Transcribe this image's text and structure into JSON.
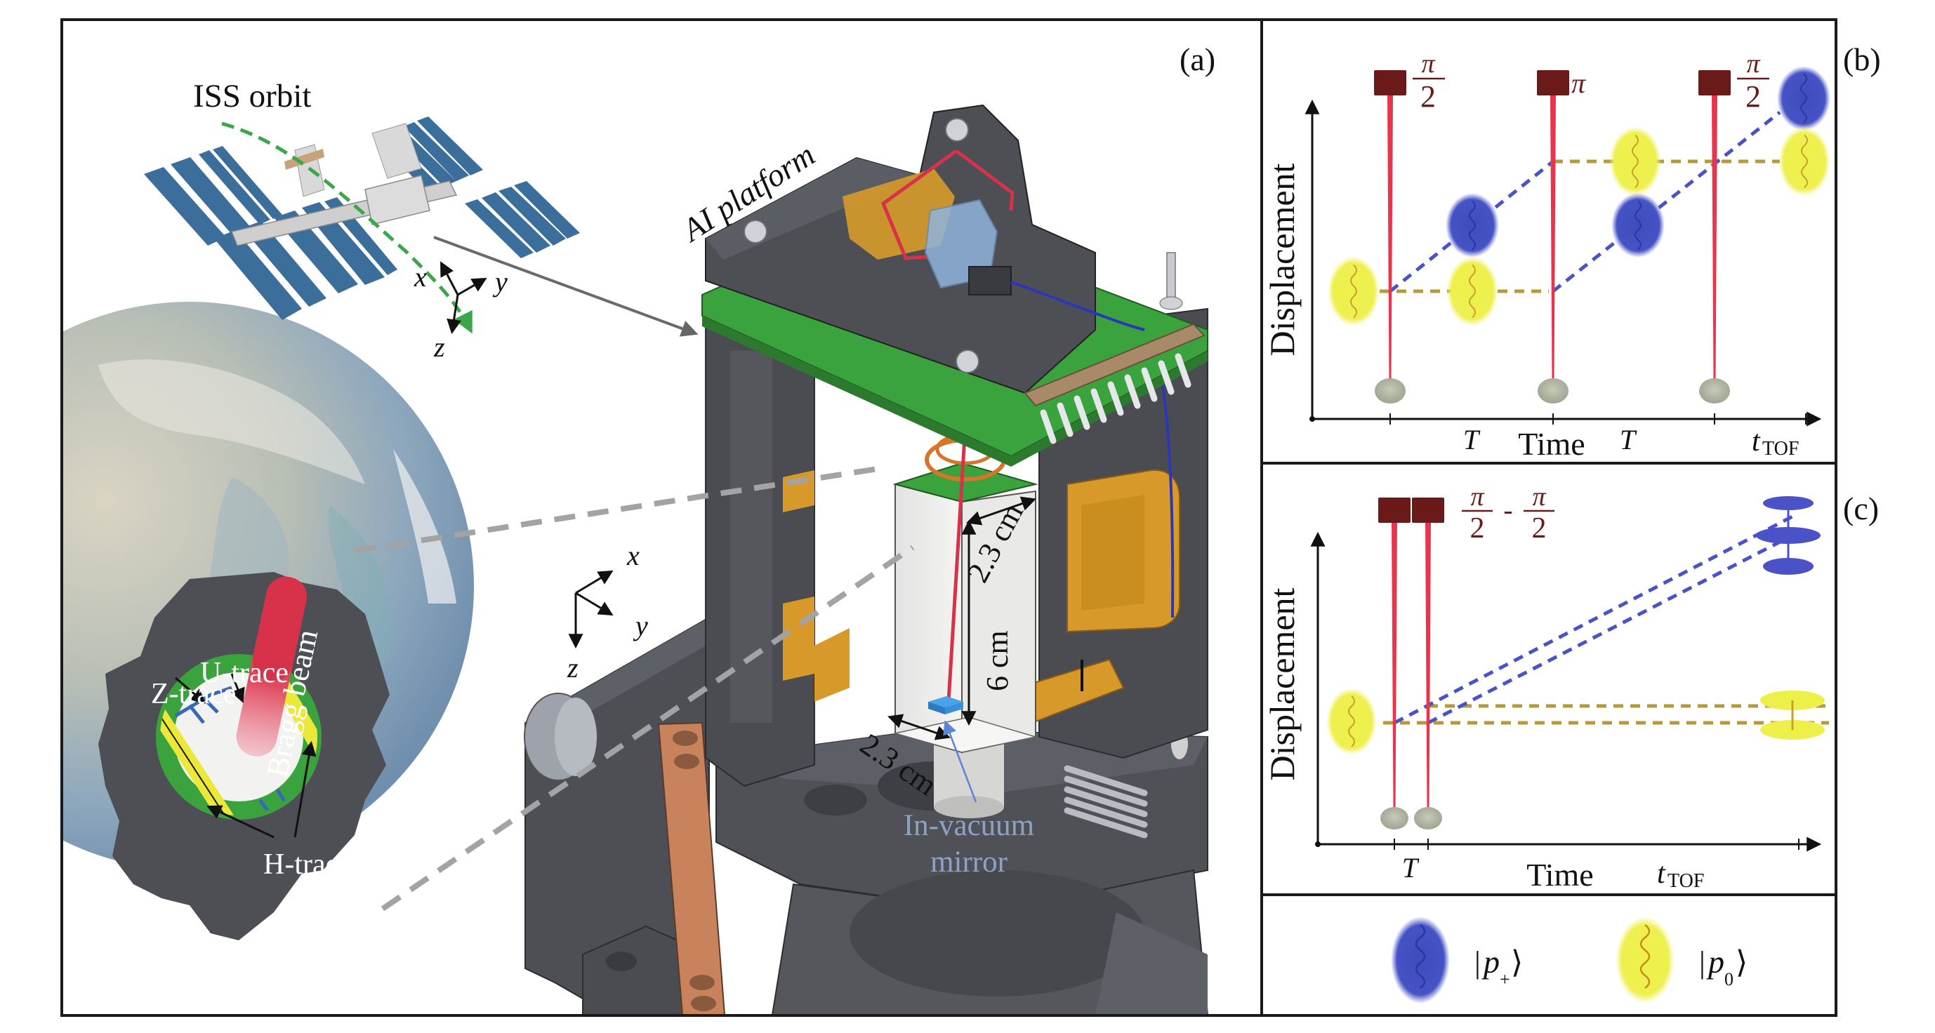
{
  "figure": {
    "panel_labels": {
      "a": "(a)",
      "b": "(b)",
      "c": "(c)"
    },
    "colors": {
      "frame": "#1a1a1a",
      "iss_orbit": "#3aa84a",
      "bragg_beam": "#d8314a",
      "laser_pulse": "#e8354d",
      "pulse_box": "#6b1a1a",
      "state_plus": "#3f4fbf",
      "state_zero": "#eef04a",
      "dashed_plus": "#4b52c8",
      "dashed_zero": "#b49a3a",
      "pcb_green": "#3aa33e",
      "hardware_dark": "#4d4f55",
      "brass": "#d79a2a",
      "copper": "#c9835c",
      "mirror_label": "#8ea3c4"
    }
  },
  "panel_a": {
    "iss_orbit_label": "ISS orbit",
    "iss_axes": {
      "x": "x",
      "y": "y",
      "z": "z"
    },
    "platform_label": "AI platform",
    "chamber_axes": {
      "x": "x",
      "y": "y",
      "z": "z"
    },
    "inset": {
      "u_trace": "U-trace",
      "z_trace": "Z-trace",
      "bragg_beam": "Bragg beam",
      "h_traces": "H-traces"
    },
    "dimensions": {
      "top_width": "2.3 cm",
      "height": "6 cm",
      "bottom_width": "2.3 cm"
    },
    "mirror_label_line1": "In-vacuum",
    "mirror_label_line2": "mirror"
  },
  "panel_b": {
    "ylabel": "Displacement",
    "xlabel": "Time",
    "pulses": [
      {
        "num": "π",
        "den": "2"
      },
      {
        "num": "π",
        "den": ""
      },
      {
        "num": "π",
        "den": "2"
      }
    ],
    "tick_labels": [
      "T",
      "T"
    ],
    "tof_main": "t",
    "tof_sub": "TOF"
  },
  "panel_c": {
    "ylabel": "Displacement",
    "xlabel": "Time",
    "pulse_label": {
      "num1": "π",
      "den1": "2",
      "sep": "-",
      "num2": "π",
      "den2": "2"
    },
    "tick_label": "T",
    "tof_main": "t",
    "tof_sub": "TOF"
  },
  "legend": {
    "items": [
      {
        "state": "p",
        "sub": "+",
        "color": "blue"
      },
      {
        "state": "p",
        "sub": "0",
        "color": "yellow"
      }
    ]
  }
}
